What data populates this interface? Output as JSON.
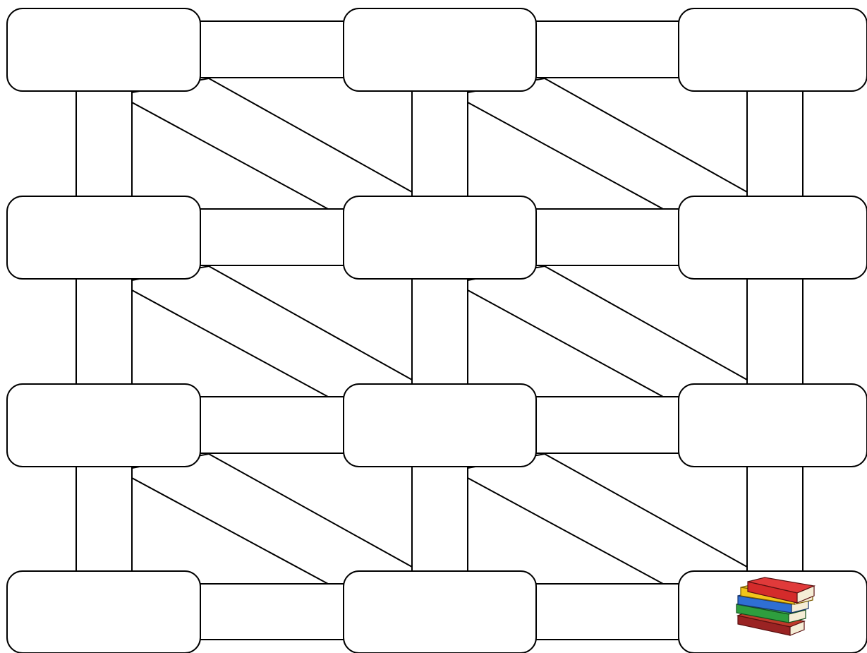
{
  "diagram": {
    "type": "grid-organizer",
    "rows": 4,
    "columns": 3,
    "boxes": [
      {
        "row": 0,
        "col": 0,
        "text": ""
      },
      {
        "row": 0,
        "col": 1,
        "text": ""
      },
      {
        "row": 0,
        "col": 2,
        "text": ""
      },
      {
        "row": 1,
        "col": 0,
        "text": ""
      },
      {
        "row": 1,
        "col": 1,
        "text": ""
      },
      {
        "row": 1,
        "col": 2,
        "text": ""
      },
      {
        "row": 2,
        "col": 0,
        "text": ""
      },
      {
        "row": 2,
        "col": 1,
        "text": ""
      },
      {
        "row": 2,
        "col": 2,
        "text": ""
      },
      {
        "row": 3,
        "col": 0,
        "text": ""
      },
      {
        "row": 3,
        "col": 1,
        "text": ""
      },
      {
        "row": 3,
        "col": 2,
        "text": "",
        "icon": "books-stack-icon"
      }
    ],
    "connector_types": [
      "horizontal",
      "vertical",
      "diagonal"
    ],
    "colors": {
      "stroke": "#000000",
      "fill": "#ffffff",
      "book_red": "#d42b2b",
      "book_yellow": "#f2c51b",
      "book_blue": "#2f6fd3",
      "book_green": "#2e9e3e",
      "book_maroon": "#9a2323",
      "book_pages": "#f5edd6"
    }
  }
}
